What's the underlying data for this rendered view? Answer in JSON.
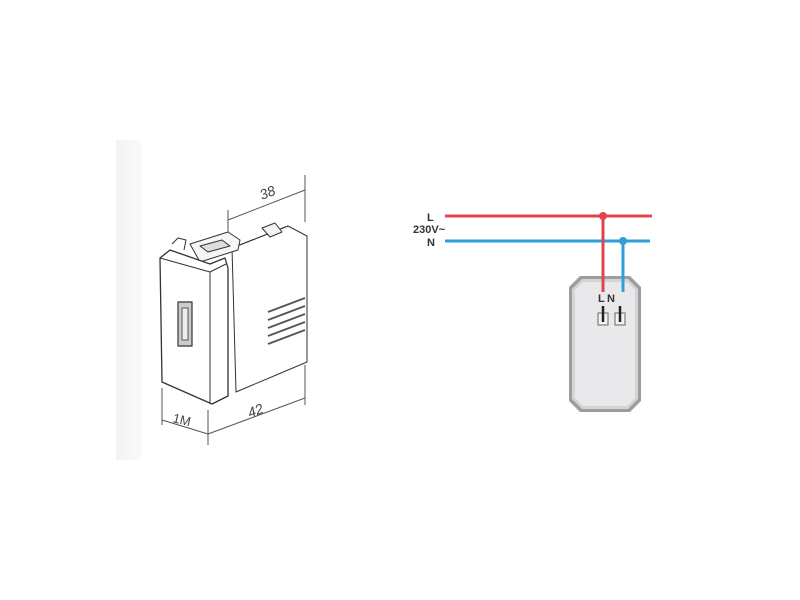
{
  "product_drawing": {
    "dimension_depth": "38",
    "dimension_length": "42",
    "dimension_module": "1M"
  },
  "wiring": {
    "line_label": "L",
    "voltage_label": "230V~",
    "neutral_label": "N",
    "terminal_L": "L",
    "terminal_N": "N",
    "colors": {
      "line": "#e0454f",
      "neutral": "#2f9fd8",
      "box_fill": "#e8e8ea",
      "box_border": "#9a9a9a"
    }
  }
}
